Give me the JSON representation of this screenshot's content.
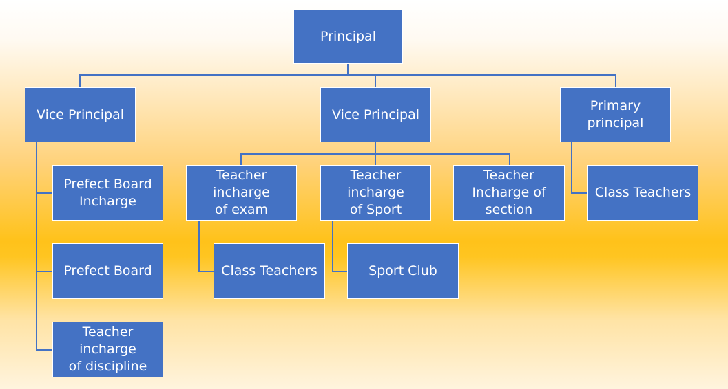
{
  "org_chart": {
    "nodes": [
      {
        "id": "principal",
        "label": "Principal"
      },
      {
        "id": "vp-left",
        "label": "Vice Principal"
      },
      {
        "id": "vp-center",
        "label": "Vice Principal"
      },
      {
        "id": "primary-principal",
        "label": "Primary principal"
      },
      {
        "id": "prefect-board-incharge",
        "label": "Prefect Board\nIncharge"
      },
      {
        "id": "prefect-board",
        "label": "Prefect Board"
      },
      {
        "id": "teacher-discipline",
        "label": "Teacher incharge\nof discipline"
      },
      {
        "id": "teacher-exam",
        "label": "Teacher incharge\nof exam"
      },
      {
        "id": "teacher-sport",
        "label": "Teacher incharge\nof Sport"
      },
      {
        "id": "teacher-section",
        "label": "Teacher\nIncharge of\nsection"
      },
      {
        "id": "class-teachers-primary",
        "label": "Class Teachers"
      },
      {
        "id": "class-teachers-exam",
        "label": "Class Teachers"
      },
      {
        "id": "sport-club",
        "label": "Sport Club"
      }
    ]
  }
}
